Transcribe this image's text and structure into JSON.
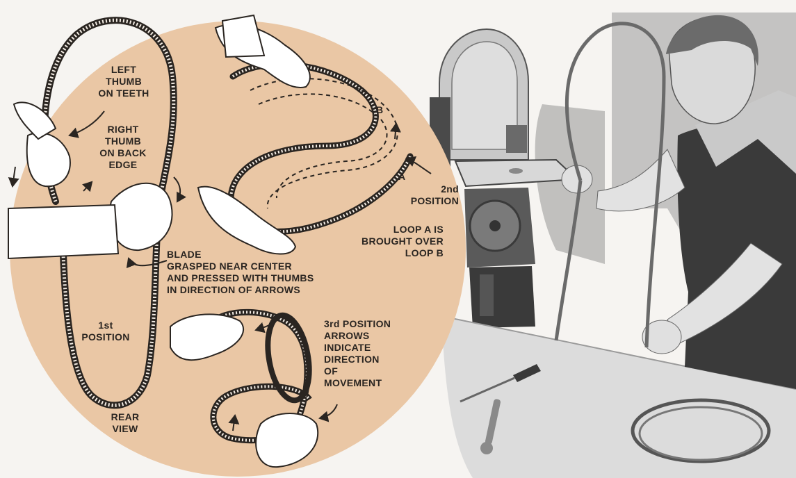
{
  "labels": {
    "left_thumb": [
      "LEFT",
      "THUMB",
      "ON TEETH"
    ],
    "right_thumb": [
      "RIGHT",
      "THUMB",
      "ON BACK",
      "EDGE"
    ],
    "blade": [
      "BLADE",
      "GRASPED NEAR CENTER",
      "AND PRESSED WITH THUMBS",
      "IN DIRECTION OF ARROWS"
    ],
    "first_position": [
      "1st",
      "POSITION"
    ],
    "rear_view": [
      "REAR",
      "VIEW"
    ],
    "second_position": [
      "2nd",
      "POSITION"
    ],
    "loop_b_marker": "B",
    "loop_a_marker": "A",
    "loop_over": [
      "LOOP A IS",
      "BROUGHT OVER",
      "LOOP B"
    ],
    "third_position": [
      "3rd POSITION",
      "ARROWS",
      "INDICATE",
      "DIRECTION",
      "OF",
      "MOVEMENT"
    ]
  },
  "colors": {
    "circle": "#eac7a5",
    "ink": "#2a2521",
    "paper": "#f6f4f1",
    "shade": "#8a8a8a",
    "dark": "#3d3d3d"
  }
}
